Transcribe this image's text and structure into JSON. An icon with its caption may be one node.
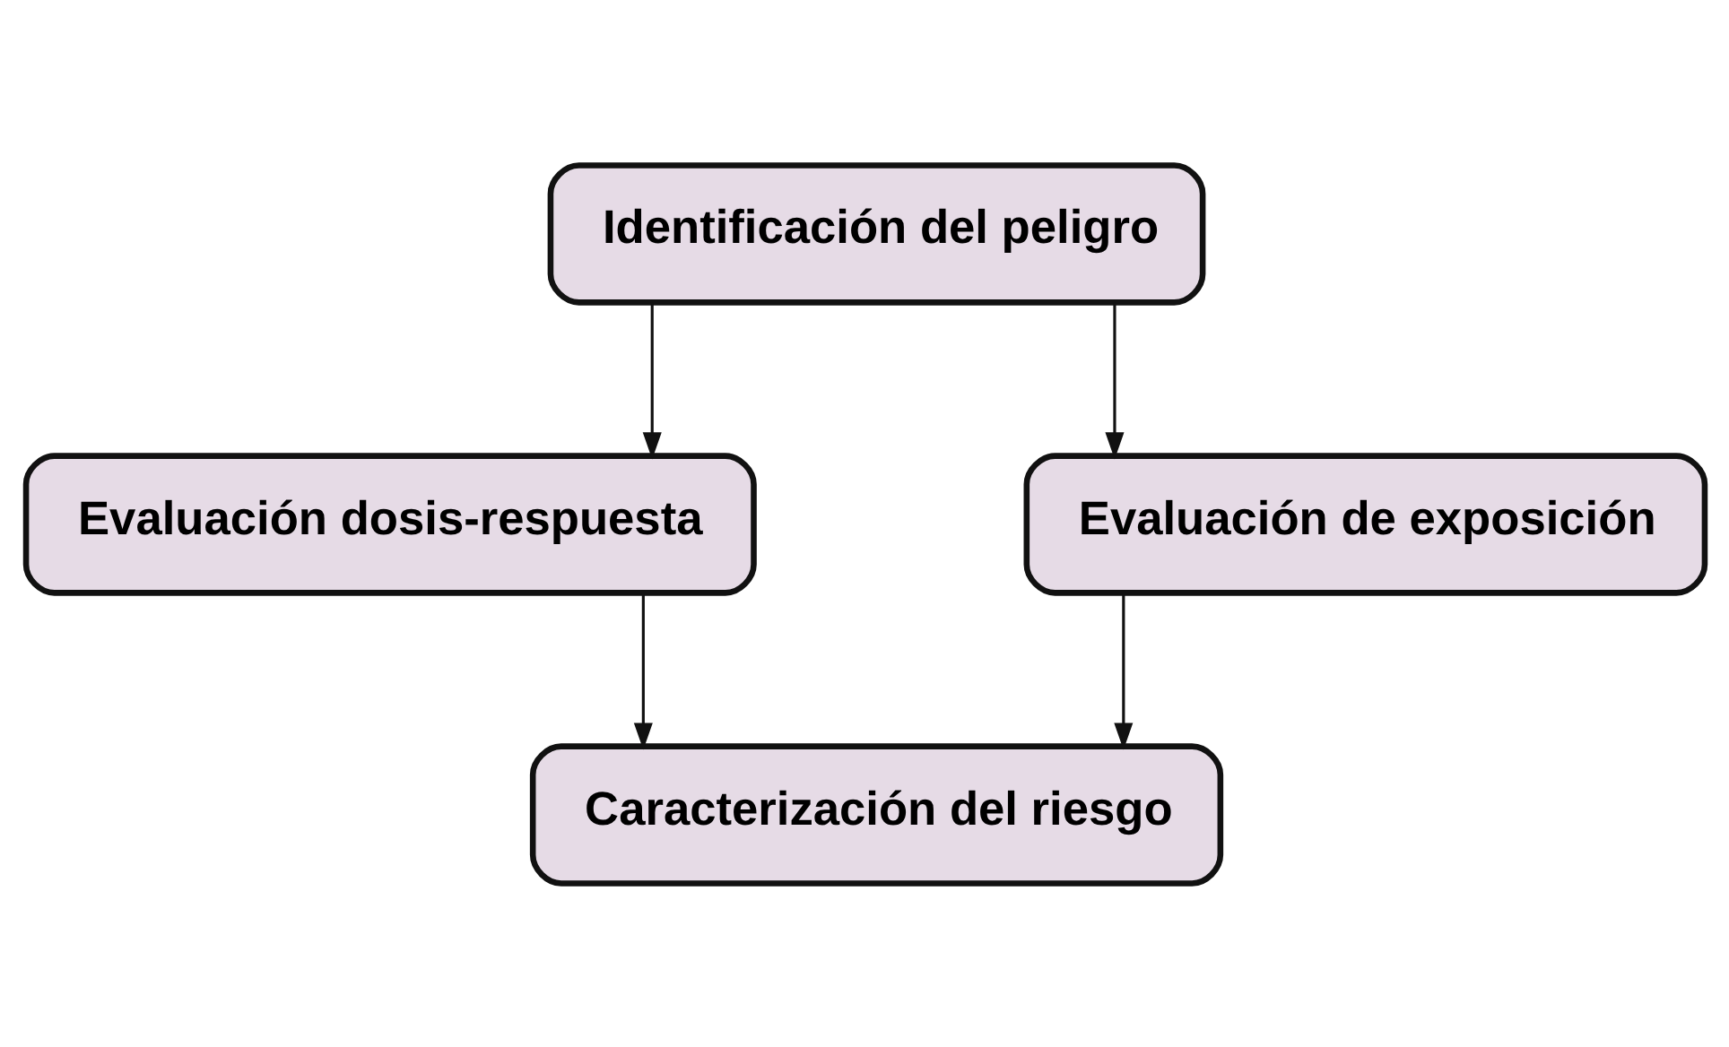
{
  "diagram": {
    "nodes": [
      {
        "text": [
          "Identificación del peligro"
        ]
      },
      {
        "text": [
          "Evaluación dosis-respuesta"
        ]
      },
      {
        "text": [
          "Evaluación de exposición"
        ]
      },
      {
        "text": [
          "Caracterización del riesgo"
        ]
      }
    ],
    "edges": [
      {
        "from": 0,
        "to": 1,
        "arrow": "to"
      },
      {
        "from": 0,
        "to": 2,
        "arrow": "to"
      },
      {
        "from": 1,
        "to": 3,
        "arrow": "to"
      },
      {
        "from": 2,
        "to": 3,
        "arrow": "to"
      }
    ]
  }
}
